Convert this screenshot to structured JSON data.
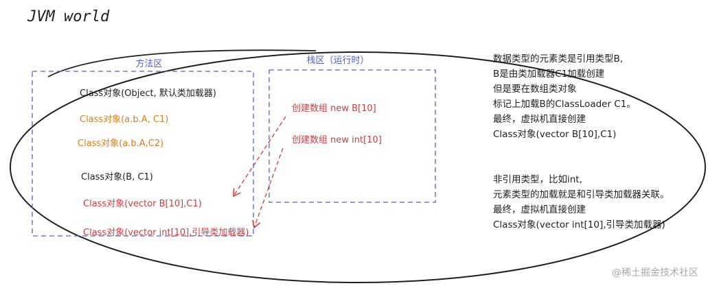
{
  "title": "JVM world",
  "colors": {
    "ink": "#1e1e1e",
    "blue": "#4a63c9",
    "orange": "#e07b12",
    "red": "#d23a3a",
    "gray": "#a8a8a8"
  },
  "method_area": {
    "label": "方法区",
    "entries": [
      {
        "text": "Class对象(Object, 默认类加载器)",
        "color": "#1e1e1e"
      },
      {
        "text": "Class对象(a.b.A, C1)",
        "color": "#e07b12"
      },
      {
        "text": "Class对象(a.b.A,C2)",
        "color": "#e07b12"
      },
      {
        "text": "Class对象(B, C1)",
        "color": "#1e1e1e"
      },
      {
        "text": "Class对象(vector B[10],C1)",
        "color": "#d23a3a"
      },
      {
        "text": "Class对象(vector int[10],引导类加载器)",
        "color": "#d23a3a"
      }
    ]
  },
  "stack_area": {
    "label": "栈区（运行时）",
    "entries": [
      {
        "text": "创建数组 new B[10]",
        "color": "#d23a3a"
      },
      {
        "text": "创建数组 new int[10]",
        "color": "#d23a3a"
      }
    ]
  },
  "notes": {
    "reference_type": [
      "数据类型的元素类是引用类型B,",
      "B是由类加载器C1加载创建",
      "但是要在数组类对象",
      "标记上加载B的ClassLoader C1。",
      "最终，虚拟机直接创建",
      "Class对象(vector B[10],C1)"
    ],
    "primitive_type": [
      "非引用类型，比如int,",
      "元素类型的加载就是和引导类加载器关联。",
      "最终，虚拟机直接创建",
      "Class对象(vector int[10],引导类加载器)"
    ]
  },
  "watermark": "@稀土掘金技术社区"
}
